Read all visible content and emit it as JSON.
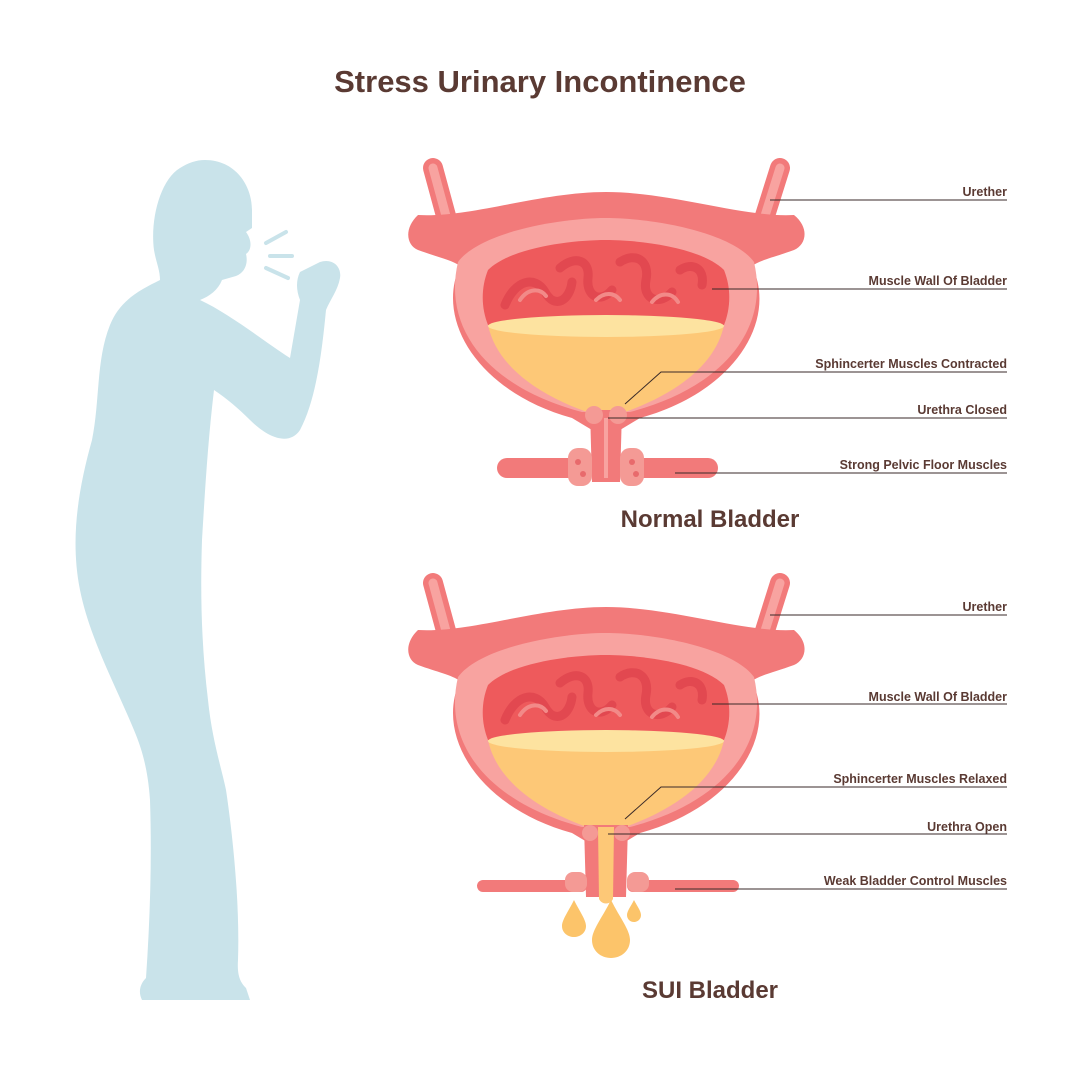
{
  "title": "Stress Urinary Incontinence",
  "normal": {
    "caption": "Normal Bladder",
    "labels": {
      "ureter": "Urether",
      "muscle_wall": "Muscle Wall Of Bladder",
      "sphincter": "Sphincerter Muscles Contracted",
      "urethra": "Urethra Closed",
      "pelvic": "Strong Pelvic Floor Muscles"
    }
  },
  "sui": {
    "caption": "SUI Bladder",
    "labels": {
      "ureter": "Urether",
      "muscle_wall": "Muscle Wall Of Bladder",
      "sphincter": "Sphincerter Muscles Relaxed",
      "urethra": "Urethra Open",
      "pelvic": "Weak Bladder Control Muscles"
    }
  },
  "colors": {
    "text": "#5a3a33",
    "silhouette": "#c9e3ea",
    "bladder_outer": "#f27a7a",
    "bladder_inner": "#f8a3a0",
    "bladder_cavity": "#ee5a5c",
    "urine": "#fdc877",
    "urine_surface": "#fde3a0",
    "drops": "#fcc46a"
  }
}
